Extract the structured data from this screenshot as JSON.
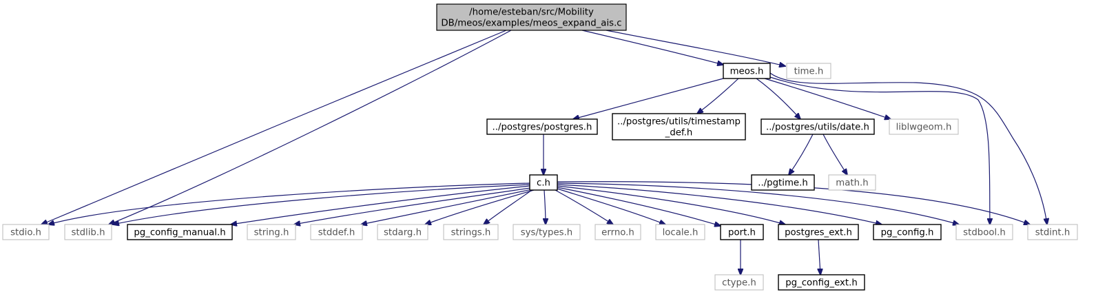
{
  "diagram": {
    "title": "",
    "edge_color": "#191970",
    "nodes": [
      {
        "id": "root",
        "label": [
          "/home/esteban/src/Mobility",
          "DB/meos/examples/meos_expand_ais.c"
        ],
        "kind": "root"
      },
      {
        "id": "meos_h",
        "label": [
          "meos.h"
        ],
        "kind": "documented"
      },
      {
        "id": "time_h",
        "label": [
          "time.h"
        ],
        "kind": "system"
      },
      {
        "id": "postgres_h",
        "label": [
          "../postgres/postgres.h"
        ],
        "kind": "documented"
      },
      {
        "id": "timestamp_def_h",
        "label": [
          "../postgres/utils/timestamp",
          "_def.h"
        ],
        "kind": "documented"
      },
      {
        "id": "date_h",
        "label": [
          "../postgres/utils/date.h"
        ],
        "kind": "documented"
      },
      {
        "id": "liblwgeom_h",
        "label": [
          "liblwgeom.h"
        ],
        "kind": "system"
      },
      {
        "id": "c_h",
        "label": [
          "c.h"
        ],
        "kind": "documented"
      },
      {
        "id": "pgtime_h",
        "label": [
          "../pgtime.h"
        ],
        "kind": "documented"
      },
      {
        "id": "math_h",
        "label": [
          "math.h"
        ],
        "kind": "system"
      },
      {
        "id": "stdio_h",
        "label": [
          "stdio.h"
        ],
        "kind": "system"
      },
      {
        "id": "stdlib_h",
        "label": [
          "stdlib.h"
        ],
        "kind": "system"
      },
      {
        "id": "pg_config_manual_h",
        "label": [
          "pg_config_manual.h"
        ],
        "kind": "documented"
      },
      {
        "id": "string_h",
        "label": [
          "string.h"
        ],
        "kind": "system"
      },
      {
        "id": "stddef_h",
        "label": [
          "stddef.h"
        ],
        "kind": "system"
      },
      {
        "id": "stdarg_h",
        "label": [
          "stdarg.h"
        ],
        "kind": "system"
      },
      {
        "id": "strings_h",
        "label": [
          "strings.h"
        ],
        "kind": "system"
      },
      {
        "id": "sys_types_h",
        "label": [
          "sys/types.h"
        ],
        "kind": "system"
      },
      {
        "id": "errno_h",
        "label": [
          "errno.h"
        ],
        "kind": "system"
      },
      {
        "id": "locale_h",
        "label": [
          "locale.h"
        ],
        "kind": "system"
      },
      {
        "id": "port_h",
        "label": [
          "port.h"
        ],
        "kind": "documented"
      },
      {
        "id": "postgres_ext_h",
        "label": [
          "postgres_ext.h"
        ],
        "kind": "documented"
      },
      {
        "id": "pg_config_h",
        "label": [
          "pg_config.h"
        ],
        "kind": "documented"
      },
      {
        "id": "stdbool_h",
        "label": [
          "stdbool.h"
        ],
        "kind": "system"
      },
      {
        "id": "stdint_h",
        "label": [
          "stdint.h"
        ],
        "kind": "system"
      },
      {
        "id": "ctype_h",
        "label": [
          "ctype.h"
        ],
        "kind": "system"
      },
      {
        "id": "pg_config_ext_h",
        "label": [
          "pg_config_ext.h"
        ],
        "kind": "documented"
      }
    ],
    "edges": [
      [
        "root",
        "meos_h"
      ],
      [
        "root",
        "time_h"
      ],
      [
        "root",
        "stdio_h"
      ],
      [
        "root",
        "stdlib_h"
      ],
      [
        "meos_h",
        "postgres_h"
      ],
      [
        "meos_h",
        "timestamp_def_h"
      ],
      [
        "meos_h",
        "date_h"
      ],
      [
        "meos_h",
        "liblwgeom_h"
      ],
      [
        "meos_h",
        "stdbool_h"
      ],
      [
        "meos_h",
        "stdint_h"
      ],
      [
        "postgres_h",
        "c_h"
      ],
      [
        "date_h",
        "pgtime_h"
      ],
      [
        "date_h",
        "math_h"
      ],
      [
        "c_h",
        "stdio_h"
      ],
      [
        "c_h",
        "stdlib_h"
      ],
      [
        "c_h",
        "pg_config_manual_h"
      ],
      [
        "c_h",
        "string_h"
      ],
      [
        "c_h",
        "stddef_h"
      ],
      [
        "c_h",
        "stdarg_h"
      ],
      [
        "c_h",
        "strings_h"
      ],
      [
        "c_h",
        "sys_types_h"
      ],
      [
        "c_h",
        "errno_h"
      ],
      [
        "c_h",
        "locale_h"
      ],
      [
        "c_h",
        "port_h"
      ],
      [
        "c_h",
        "postgres_ext_h"
      ],
      [
        "c_h",
        "pg_config_h"
      ],
      [
        "c_h",
        "stdbool_h"
      ],
      [
        "c_h",
        "stdint_h"
      ],
      [
        "port_h",
        "ctype_h"
      ],
      [
        "postgres_ext_h",
        "pg_config_ext_h"
      ]
    ]
  }
}
